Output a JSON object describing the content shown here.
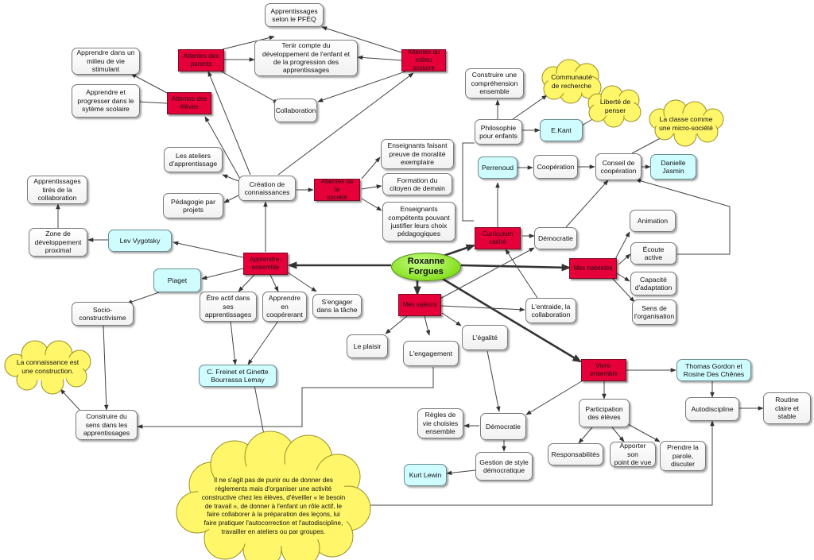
{
  "root": "Roxanne\nForgues",
  "red_nodes": {
    "attentes_parents": "Attentes des\nparents",
    "attentes_milieu": "Attentes du\nmilieu scolaire",
    "attentes_eleves": "Attentes des\nélèves",
    "attentes_societe": "Attentes de la\nsociété",
    "apprendre_ensemble": "Apprendre-\nensemble",
    "curriculum": "Curriculum\ncaché",
    "mes_habiletes": "Mes habiletés",
    "mes_valeurs": "Mes valeurs",
    "vivre_ensemble": "Vivre-\nensemble"
  },
  "white_nodes": {
    "pfeq": "Apprentissages\nselon le PFÉQ",
    "tenir_compte": "Tenir compte du\ndéveloppement de l'enfant et\nde la progression des\napprentissages",
    "collaboration": "Collaboration",
    "milieu_vie": "Apprendre dans un\nmilieu de vie\nstimulant",
    "progresser": "Apprendre et\nprogresser dans le\nsytème scolaire",
    "ateliers": "Les ateliers\nd'apprentissage",
    "creation": "Création de\nconnaissances",
    "pedagogie_projets": "Pédagogie par\nprojets",
    "moralite": "Enseignants faisant\npreuve de moralité\nexemplaire",
    "formation_citoyen": "Formation du\ncitoyen de demain",
    "enseignants_competents": "Enseignants\ncompétents pouvant\njustifier leurs choix\npédagogiques",
    "apprentissages_collab": "Apprentissages\ntirés de la\ncollaboration",
    "zone_dev": "Zone de\ndéveloppement\nproximal",
    "socio": "Socio-\nconstructivisme",
    "actif": "Être actif dans\nses\napprentissages",
    "cooperant": "Apprendre\nen\ncoopérerant",
    "engager": "S'engager\ndans la tâche",
    "construire_sens": "Construire du\nsens dans les\napprentissages",
    "comprehension": "Construire une\ncompréhension\nensemble",
    "philosophie": "Philosophie\npour enfants",
    "cooperation": "Coopération",
    "conseil": "Conseil de\ncoopération",
    "democratie_top": "Démocratie",
    "animation": "Animation",
    "ecoute": "Écoute active",
    "adaptation": "Capacité\nd'adaptation",
    "organisation": "Sens de\nl'organisation",
    "entraide": "L'entraide, la\ncollaboration",
    "plaisir": "Le plaisir",
    "engagement": "L'engagement",
    "egalite": "L'égalité",
    "regles": "Règles de\nvie choisies\nensemble",
    "democratie_bottom": "Démocratie",
    "gestion": "Gestion de style\ndémocratique",
    "participation": "Participation\ndes élèves",
    "responsabilites": "Responsabilités",
    "point_vue": "Apporter son\npoint de vue",
    "parole": "Prendre la\nparole,\ndiscuter",
    "autodiscipline": "Autodiscipline",
    "routine": "Routine\nclaire et\nstable"
  },
  "cyan_nodes": {
    "vygotsky": "Lev Vygotsky",
    "piaget": "Piaget",
    "freinet": "C. Freinet et Ginette\nBourrassa Lemay",
    "kant": "E.Kant",
    "perrenoud": "Perrenoud",
    "jasmin": "Danielle\nJasmin",
    "gordon": "Thomas Gordon et\nRosine Des Chênes",
    "lewin": "Kurt Lewin"
  },
  "clouds": {
    "communaute": "Communauté\nde recherche",
    "liberte": "Liberté de\npenser",
    "classe": "La classe comme\nune micro-société",
    "connaissance": "La connaissance est\nune construction.",
    "quote": "Il ne s'agit pas de punir ou de donner des\nrèglements mais d'organiser une activité\nconstructive chez les élèves, d'éveiller « le besoin\nde travail », de donner à l'enfant un rôle actif, le\nfaire collaborer à la préparation des leçons, lui\nfaire pratiquer l'autocorrection et l'autodiscipline,\ntravailler en ateliers ou par groupes."
  },
  "colors": {
    "red_node": "#e5003a",
    "cyan_node": "#cffcff",
    "cloud": "#fff66a",
    "root": "#88e022"
  }
}
